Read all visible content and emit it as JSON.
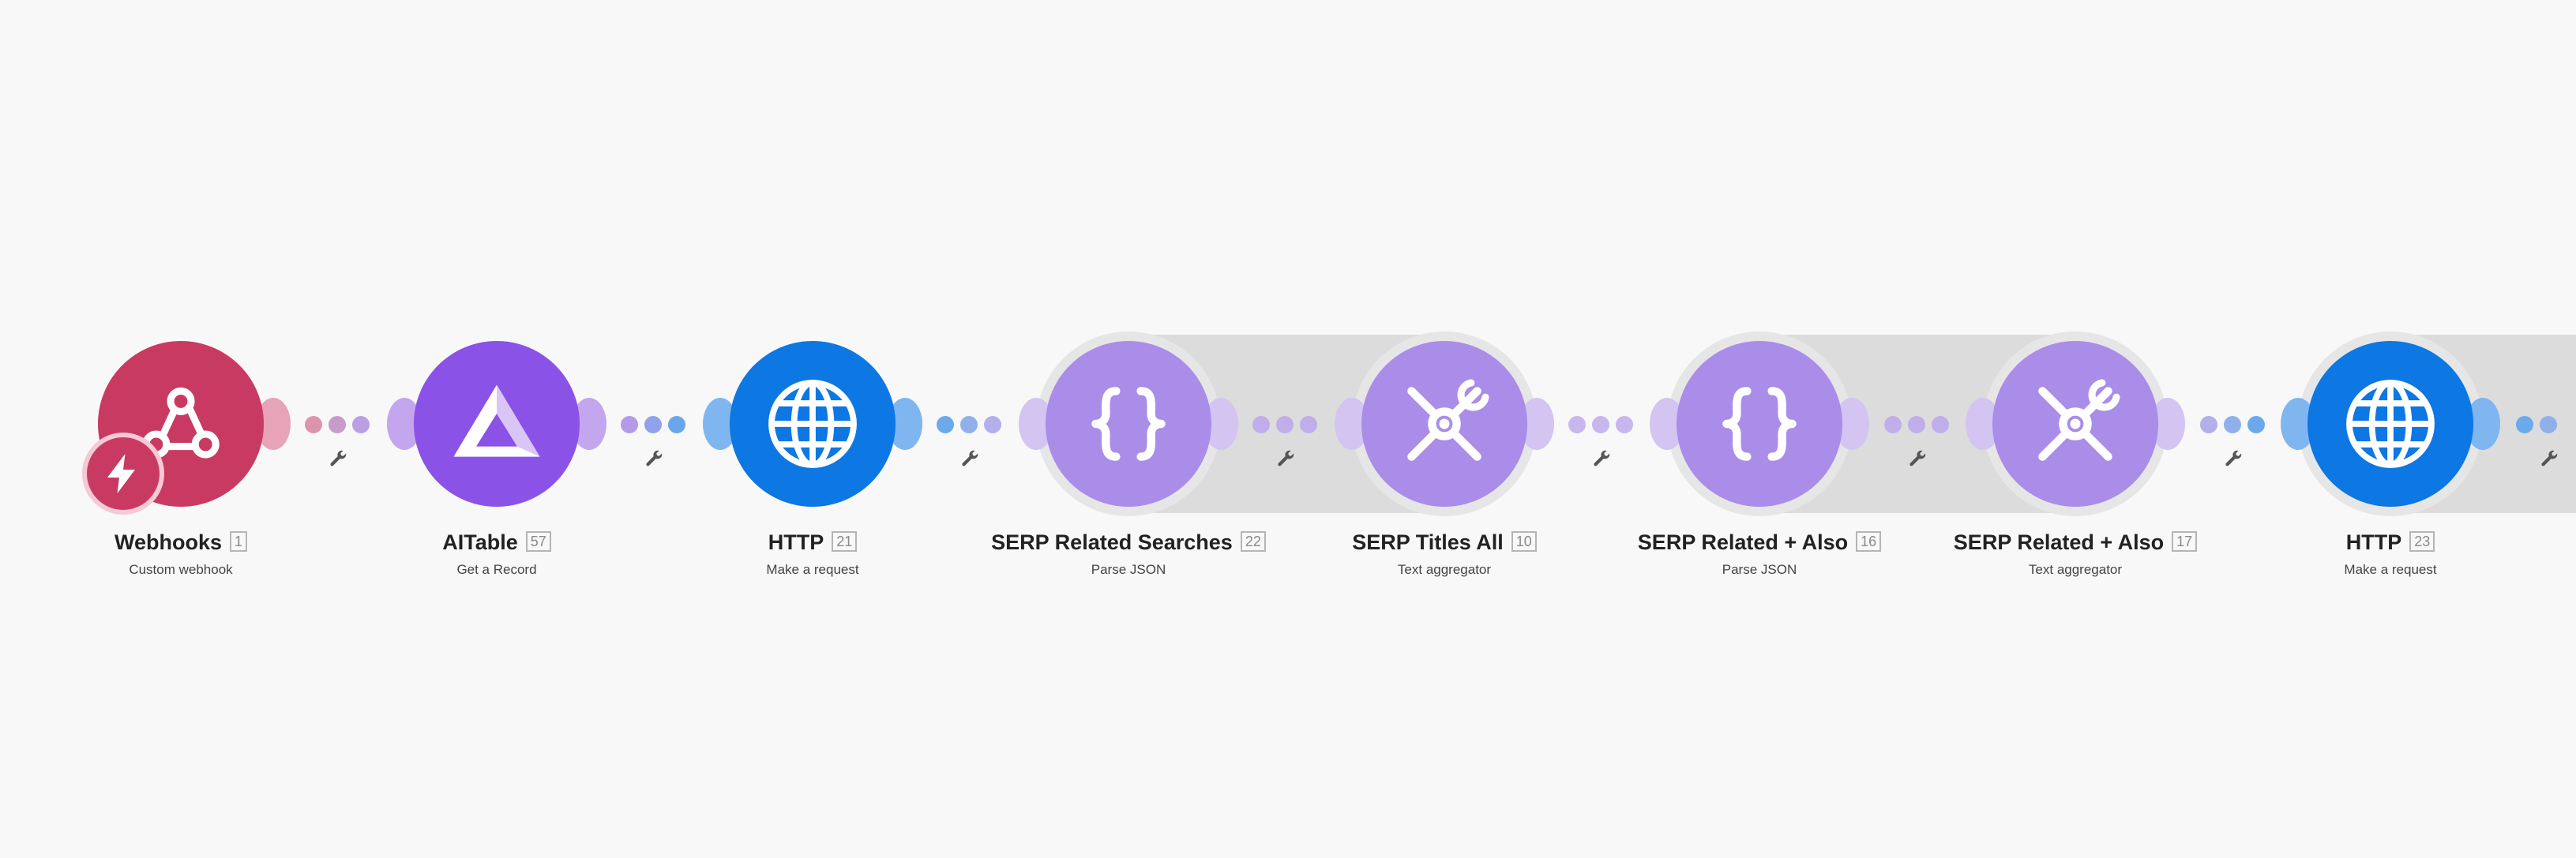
{
  "colors": {
    "webhooks": "#c93a63",
    "aitable": "#8a52e6",
    "http": "#0d77e3",
    "tools": "#a98de8",
    "band": "#dcdcdc",
    "background": "#f8f8f8"
  },
  "modules": [
    {
      "title": "Webhooks",
      "number": "1",
      "subtitle": "Custom webhook",
      "icon": "webhook-icon"
    },
    {
      "title": "AITable",
      "number": "57",
      "subtitle": "Get a Record",
      "icon": "aitable-logo-icon"
    },
    {
      "title": "HTTP",
      "number": "21",
      "subtitle": "Make a request",
      "icon": "globe-icon"
    },
    {
      "title": "SERP Related Searches",
      "number": "22",
      "subtitle": "Parse JSON",
      "icon": "curly-braces-icon"
    },
    {
      "title": "SERP Titles All",
      "number": "10",
      "subtitle": "Text aggregator",
      "icon": "tools-icon"
    },
    {
      "title": "SERP Related + Also",
      "number": "16",
      "subtitle": "Parse JSON",
      "icon": "curly-braces-icon"
    },
    {
      "title": "SERP Related + Also",
      "number": "17",
      "subtitle": "Text aggregator",
      "icon": "tools-icon"
    },
    {
      "title": "HTTP",
      "number": "23",
      "subtitle": "Make a request",
      "icon": "globe-icon"
    }
  ]
}
